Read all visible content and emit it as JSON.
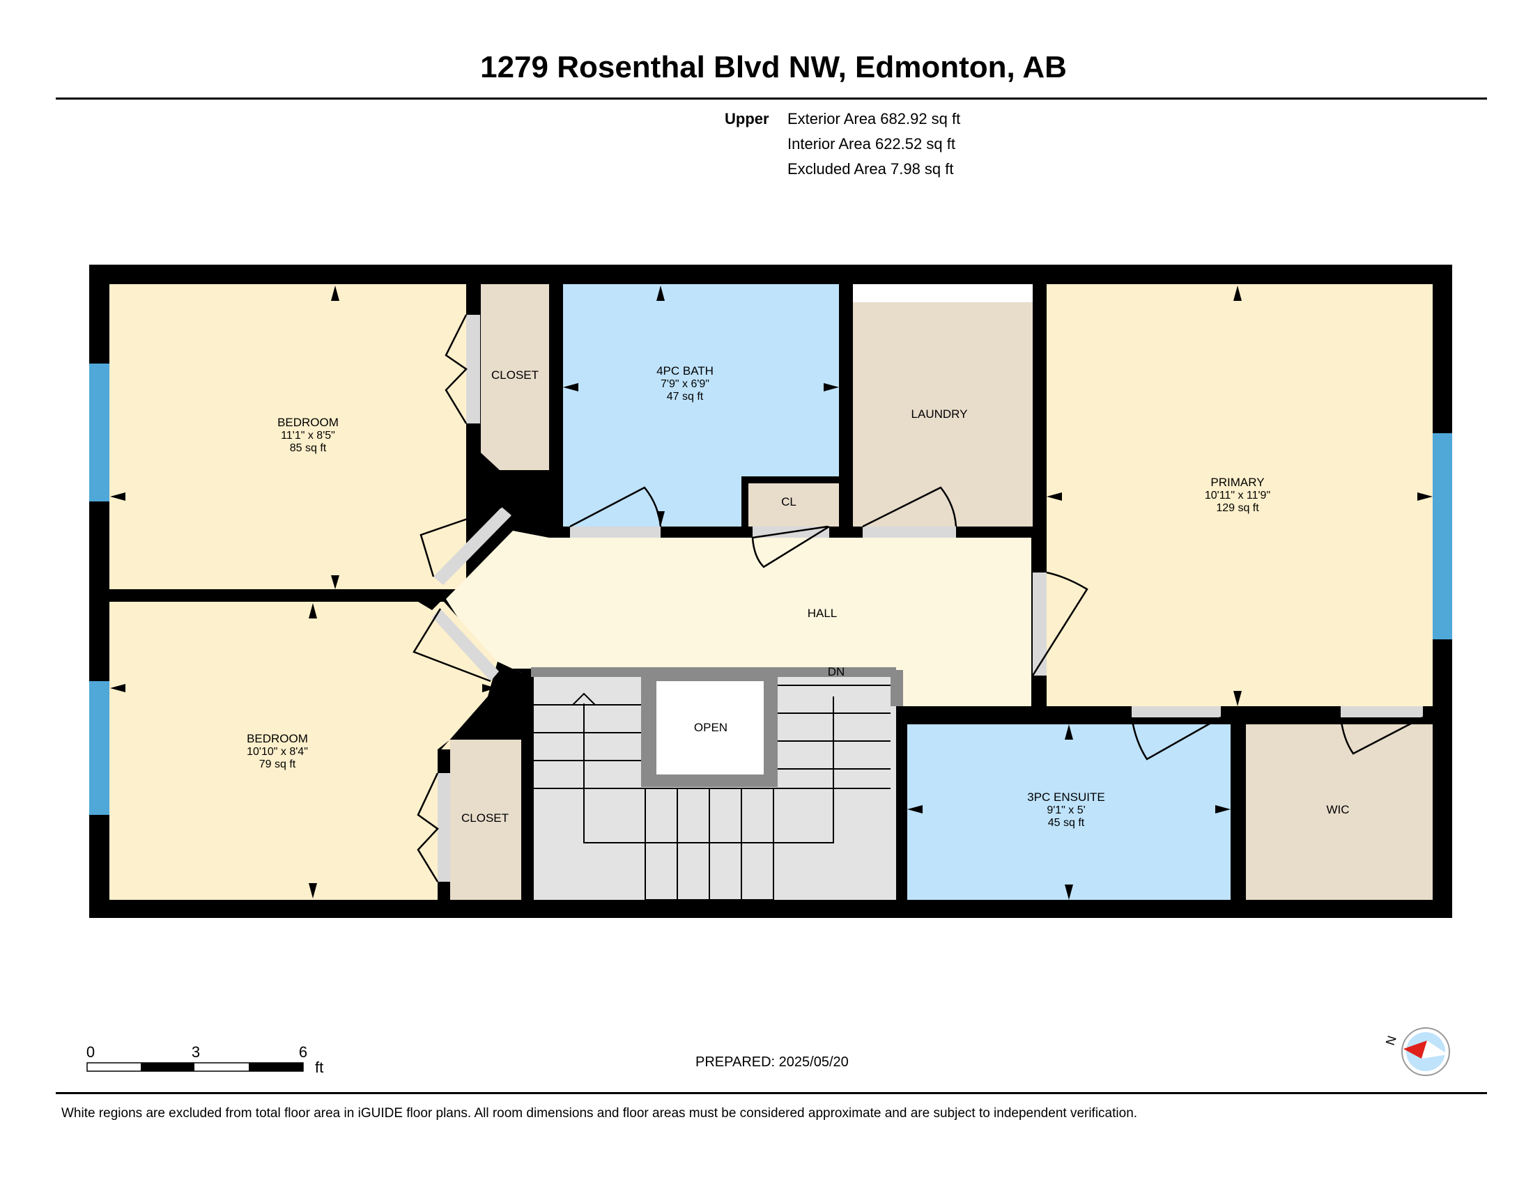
{
  "title": "1279 Rosenthal Blvd NW, Edmonton, AB",
  "level": "Upper",
  "areas": {
    "exterior": "Exterior Area 682.92 sq ft",
    "interior": "Interior Area 622.52 sq ft",
    "excluded": "Excluded Area 7.98 sq ft"
  },
  "rooms": {
    "bedroom1": {
      "name": "BEDROOM",
      "dims": "11'1\" x 8'5\"",
      "area": "85 sq ft"
    },
    "bedroom2": {
      "name": "BEDROOM",
      "dims": "10'10\" x 8'4\"",
      "area": "79 sq ft"
    },
    "closet1": {
      "name": "CLOSET"
    },
    "closet2": {
      "name": "CLOSET"
    },
    "bath": {
      "name": "4PC BATH",
      "dims": "7'9\" x 6'9\"",
      "area": "47 sq ft"
    },
    "cl": {
      "name": "CL"
    },
    "laundry": {
      "name": "LAUNDRY"
    },
    "primary": {
      "name": "PRIMARY",
      "dims": "10'11\" x 11'9\"",
      "area": "129 sq ft"
    },
    "hall": {
      "name": "HALL"
    },
    "dn": {
      "name": "DN"
    },
    "open": {
      "name": "OPEN"
    },
    "ensuite": {
      "name": "3PC ENSUITE",
      "dims": "9'1\" x 5'",
      "area": "45 sq ft"
    },
    "wic": {
      "name": "WIC"
    }
  },
  "scale": {
    "ticks": [
      "0",
      "3",
      "6"
    ],
    "unit": "ft"
  },
  "compass": {
    "label": "N"
  },
  "prepared": "PREPARED: 2025/05/20",
  "disclaimer": "White regions are excluded from total floor area in iGUIDE floor plans. All room dimensions and floor areas must be considered approximate and are subject to independent verification.",
  "colors": {
    "bedroom": "#fdf0cc",
    "bath": "#bfe3fb",
    "closet": "#e8dccb",
    "hall": "#fef7e0",
    "stairs": "#e3e3e3",
    "wall": "#000000",
    "window": "#4fa8d8",
    "door": "#d9d9d9"
  }
}
